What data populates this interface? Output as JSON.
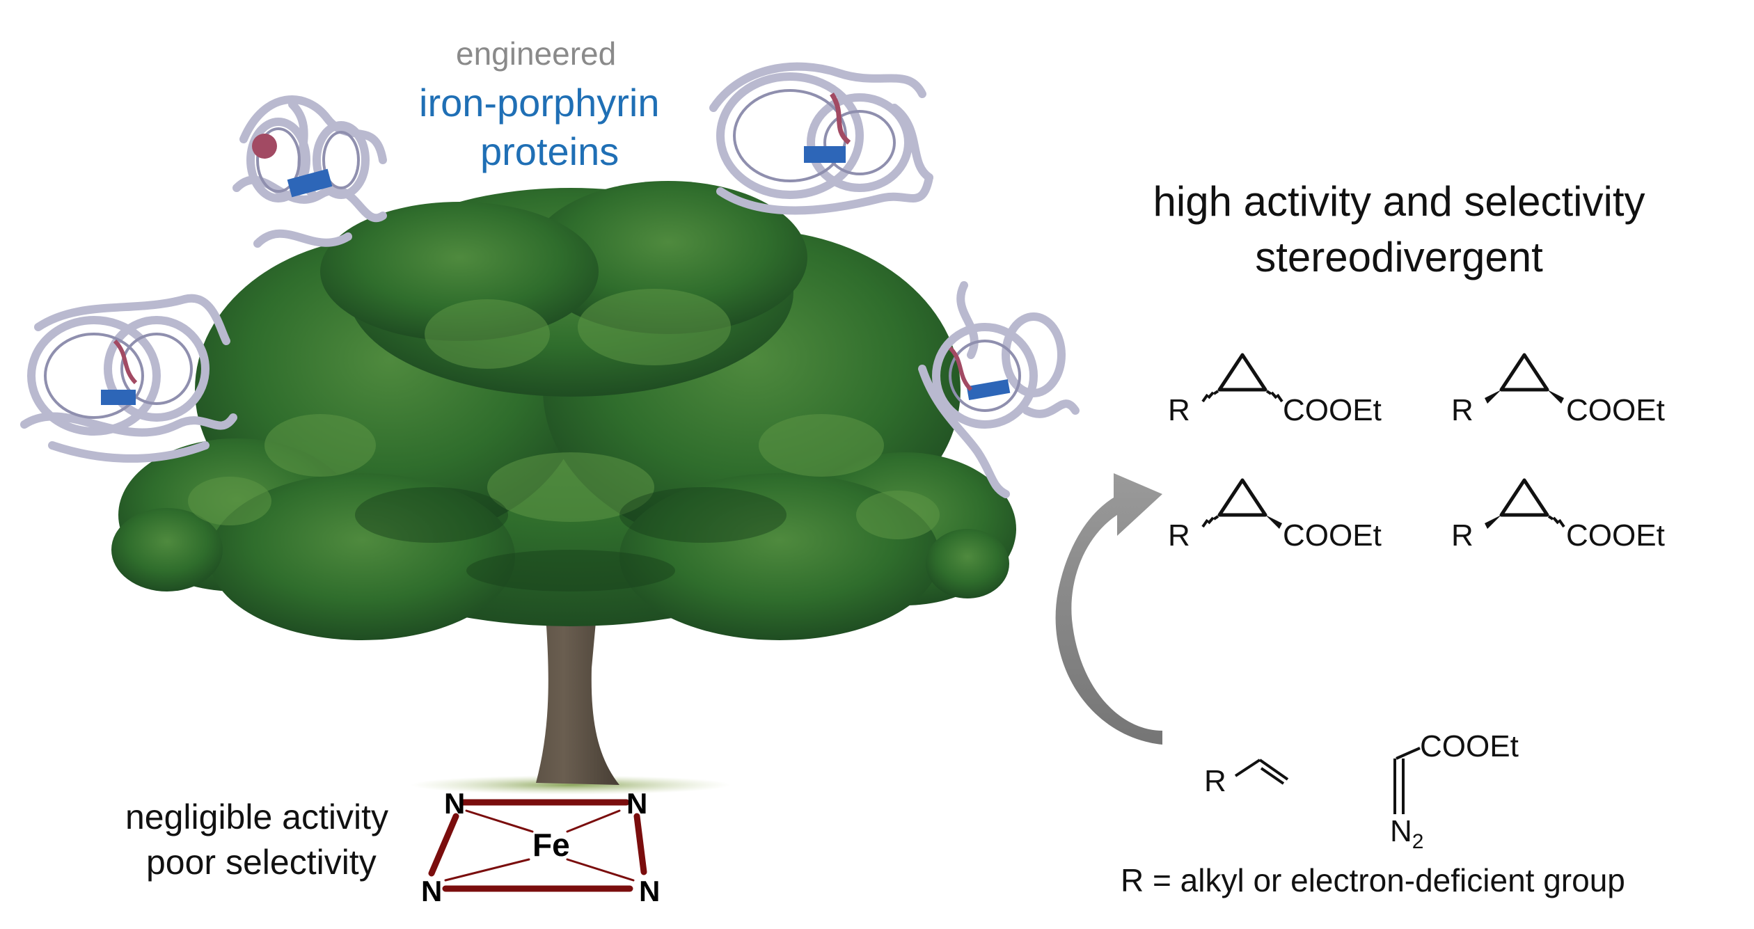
{
  "header": {
    "engineered": "engineered",
    "line1": "iron-porphyrin",
    "line2": "proteins"
  },
  "bottom_left": {
    "line1": "negligible activity",
    "line2": "poor selectivity"
  },
  "porphyrin": {
    "n1": "N",
    "n2": "N",
    "n3": "N",
    "n4": "N",
    "fe": "Fe"
  },
  "right": {
    "title1": "high activity and selectivity",
    "title2": "stereodivergent",
    "products": [
      {
        "r": "R",
        "ester": "COOEt"
      },
      {
        "r": "R",
        "ester": "COOEt"
      },
      {
        "r": "R",
        "ester": "COOEt"
      },
      {
        "r": "R",
        "ester": "COOEt"
      }
    ],
    "reagents": {
      "alkene_r": "R",
      "diazo_ester": "COOEt",
      "diazo_n": "N",
      "diazo_sub": "2"
    },
    "footnote": "R = alkyl or electron-deficient group"
  },
  "colors": {
    "blue_text": "#1f6fb5",
    "grey_text": "#8a8a8a",
    "porphyrin": "#7a0d0d",
    "arrow": "#7d7d7d",
    "foliage": "#2f6d2c",
    "protein": "#b9b9cf"
  }
}
